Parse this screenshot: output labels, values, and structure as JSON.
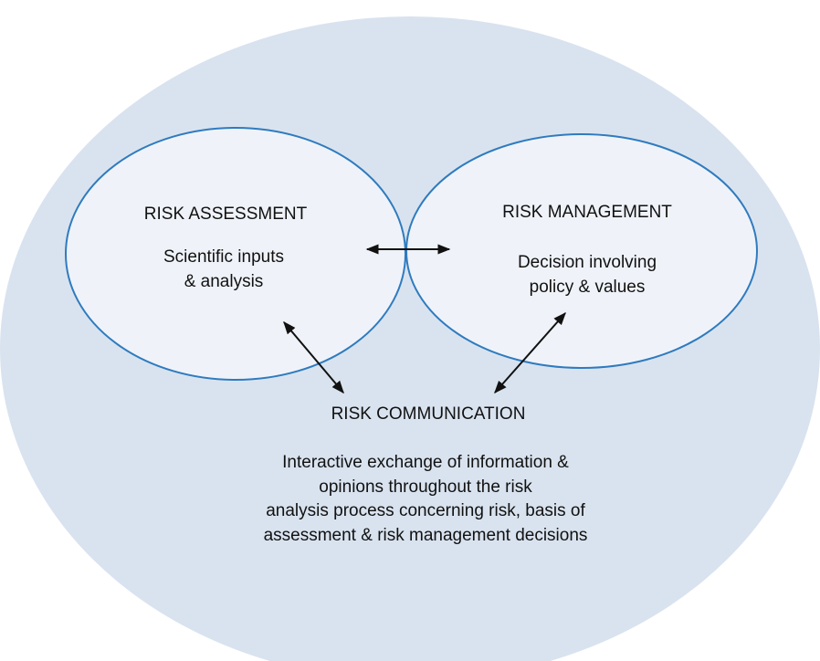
{
  "colors": {
    "outer_fill": "#d9e3ef",
    "inner_fill": "#eff3f9",
    "stroke": "#2f7bbf",
    "arrow": "#111111"
  },
  "assessment": {
    "title": "RISK ASSESSMENT",
    "lines": [
      "Scientific inputs",
      "& analysis"
    ]
  },
  "management": {
    "title": "RISK MANAGEMENT",
    "lines": [
      "Decision involving",
      "policy & values"
    ]
  },
  "communication": {
    "title": "RISK COMMUNICATION",
    "lines": [
      "Interactive exchange of information &",
      "opinions throughout the risk",
      "analysis process concerning risk, basis of",
      "assessment & risk management decisions"
    ]
  }
}
